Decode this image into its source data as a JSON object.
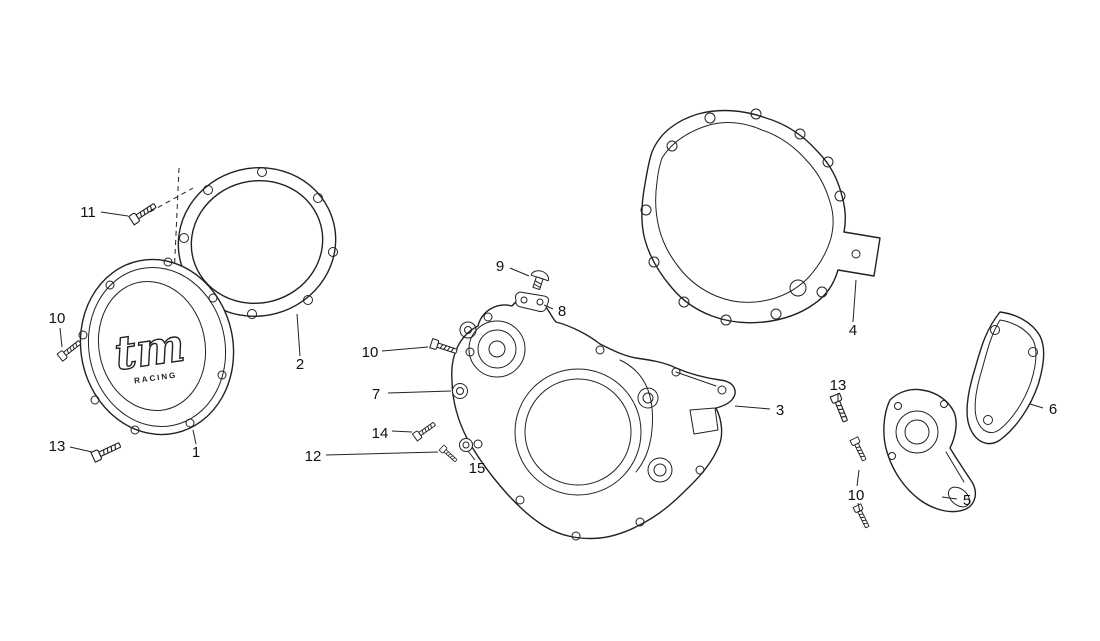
{
  "canvas": {
    "background": "#ffffff",
    "line_color": "#222222",
    "label_color": "#111111"
  },
  "logo": {
    "main": "tm",
    "sub": "RACING"
  },
  "callouts": [
    {
      "label": "11"
    },
    {
      "label": "10"
    },
    {
      "label": "13"
    },
    {
      "label": "1"
    },
    {
      "label": "2"
    },
    {
      "label": "9"
    },
    {
      "label": "8"
    },
    {
      "label": "10"
    },
    {
      "label": "7"
    },
    {
      "label": "14"
    },
    {
      "label": "12"
    },
    {
      "label": "15"
    },
    {
      "label": "3"
    },
    {
      "label": "4"
    },
    {
      "label": "13"
    },
    {
      "label": "10"
    },
    {
      "label": "5"
    },
    {
      "label": "6"
    }
  ]
}
